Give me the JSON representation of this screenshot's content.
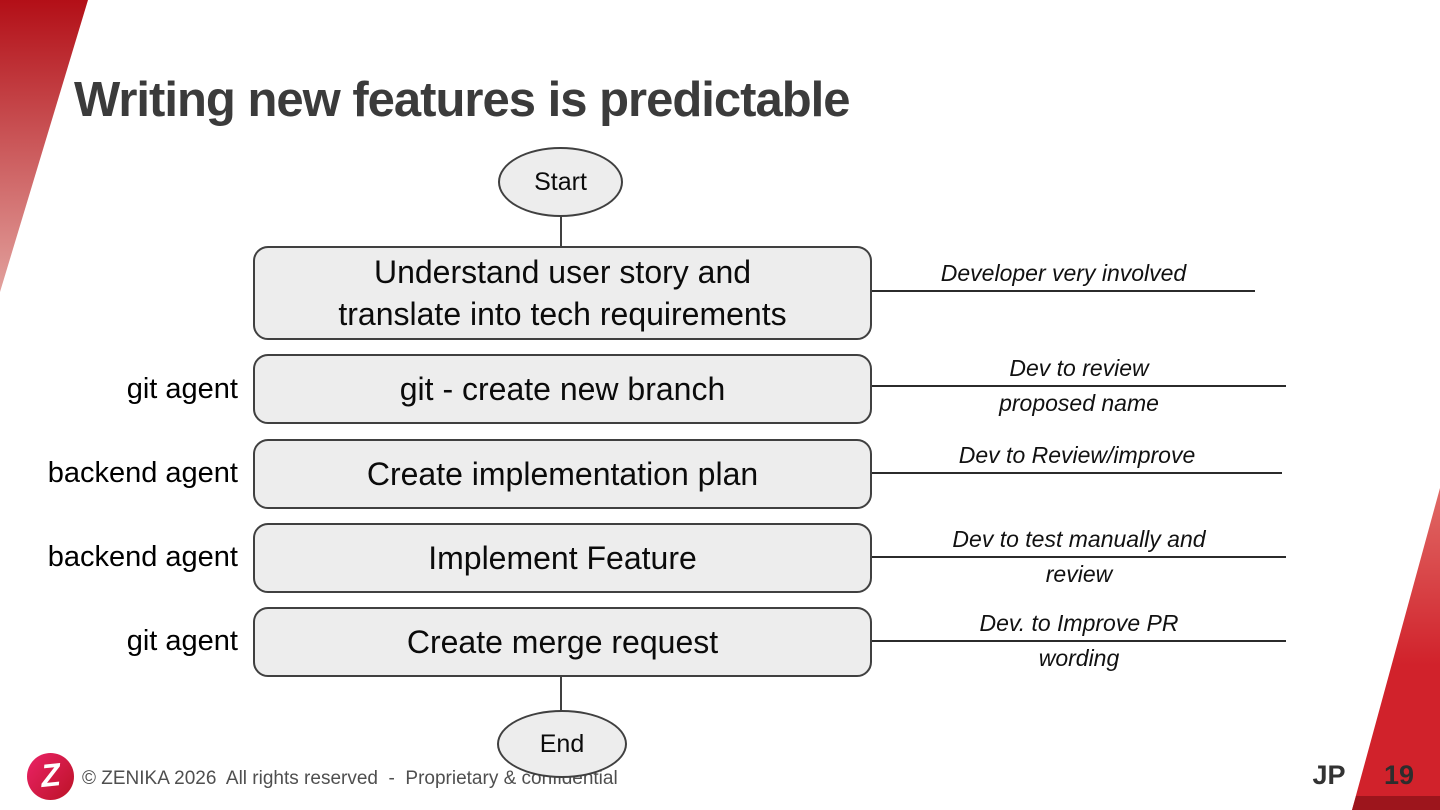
{
  "slide": {
    "title": "Writing new features is predictable",
    "footer": "© ZENIKA 2026  All rights reserved  -  Proprietary & confidential",
    "initials": "JP",
    "page_number": "19",
    "logo_letter": "Z"
  },
  "colors": {
    "brand_red": "#d1222b",
    "brand_red_dark": "#9d151c",
    "brand_magenta": "#e62160",
    "node_fill": "#ededed",
    "node_border": "#404040",
    "title_gray": "#3b3b3b",
    "footer_gray": "#4f4f4f"
  },
  "flowchart": {
    "start_label": "Start",
    "end_label": "End",
    "steps": [
      {
        "line1": "Understand user story and",
        "line2": "translate into tech requirements",
        "agent": "",
        "note_line1": "Developer very involved",
        "note_line2": ""
      },
      {
        "line1": "git - create new branch",
        "line2": "",
        "agent": "git agent",
        "note_line1": "Dev to review",
        "note_line2": "proposed name"
      },
      {
        "line1": "Create implementation plan",
        "line2": "",
        "agent": "backend agent",
        "note_line1": "Dev to Review/improve",
        "note_line2": ""
      },
      {
        "line1": "Implement Feature",
        "line2": "",
        "agent": "backend agent",
        "note_line1": "Dev to test manually and",
        "note_line2": "review"
      },
      {
        "line1": "Create merge request",
        "line2": "",
        "agent": "git agent",
        "note_line1": "Dev. to Improve PR",
        "note_line2": "wording"
      }
    ]
  }
}
